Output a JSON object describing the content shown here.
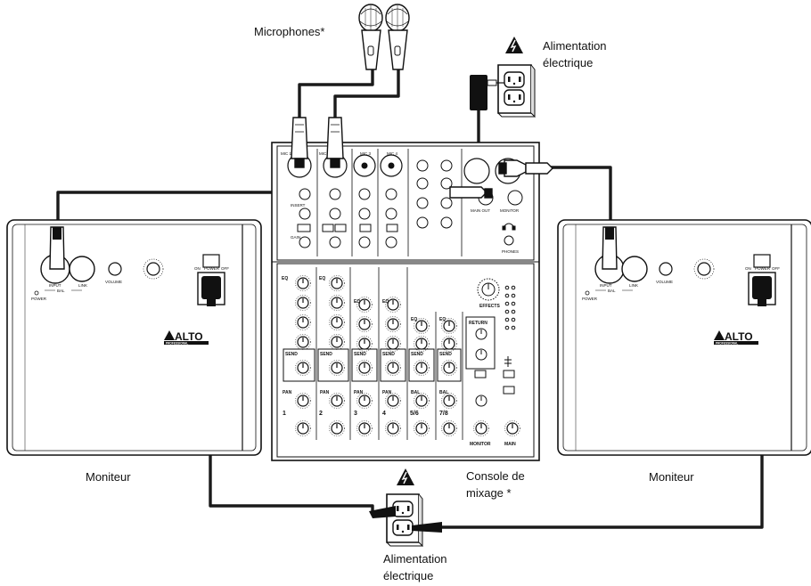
{
  "labels": {
    "microphones": "Microphones*",
    "power_top_line1": "Alimentation",
    "power_top_line2": "électrique",
    "monitor_left": "Moniteur",
    "monitor_right": "Moniteur",
    "console_line1": "Console de",
    "console_line2": "mixage *",
    "power_bottom_line1": "Alimentation",
    "power_bottom_line2": "électrique"
  },
  "monitor": {
    "brand": "ALTO",
    "sub": "PROFESSIONAL",
    "input_label": "INPUT",
    "link_label": "LINK",
    "bal_label": "BAL",
    "power_label": "POWER",
    "on_label": "ON",
    "off_label": "OFF",
    "volume_label": "VOLUME",
    "led_label": "POWER"
  },
  "mixer": {
    "channels": [
      "1",
      "2",
      "3",
      "4",
      "5/6",
      "7/8"
    ],
    "eq_label": "EQ",
    "send_label": "SEND",
    "pan_label": "PAN",
    "bal_label": "BAL",
    "monitor_label": "MONITOR",
    "main_label": "MAIN",
    "effects_label": "EFFECTS",
    "return_label": "RETURN",
    "main_out_label": "MAIN OUT",
    "monitor_out_label": "MONITOR",
    "phones_label": "PHONES",
    "mic1_label": "MIC 1",
    "mic2_label": "MIC 2",
    "mic3_label": "MIC 3",
    "mic4_label": "MIC 4",
    "insert_label": "INSERT",
    "gain_label": "GAIN"
  },
  "colors": {
    "ink": "#111111",
    "panel": "#ffffff",
    "shade": "#e6e6e6",
    "cable": "#1a1a1a"
  }
}
